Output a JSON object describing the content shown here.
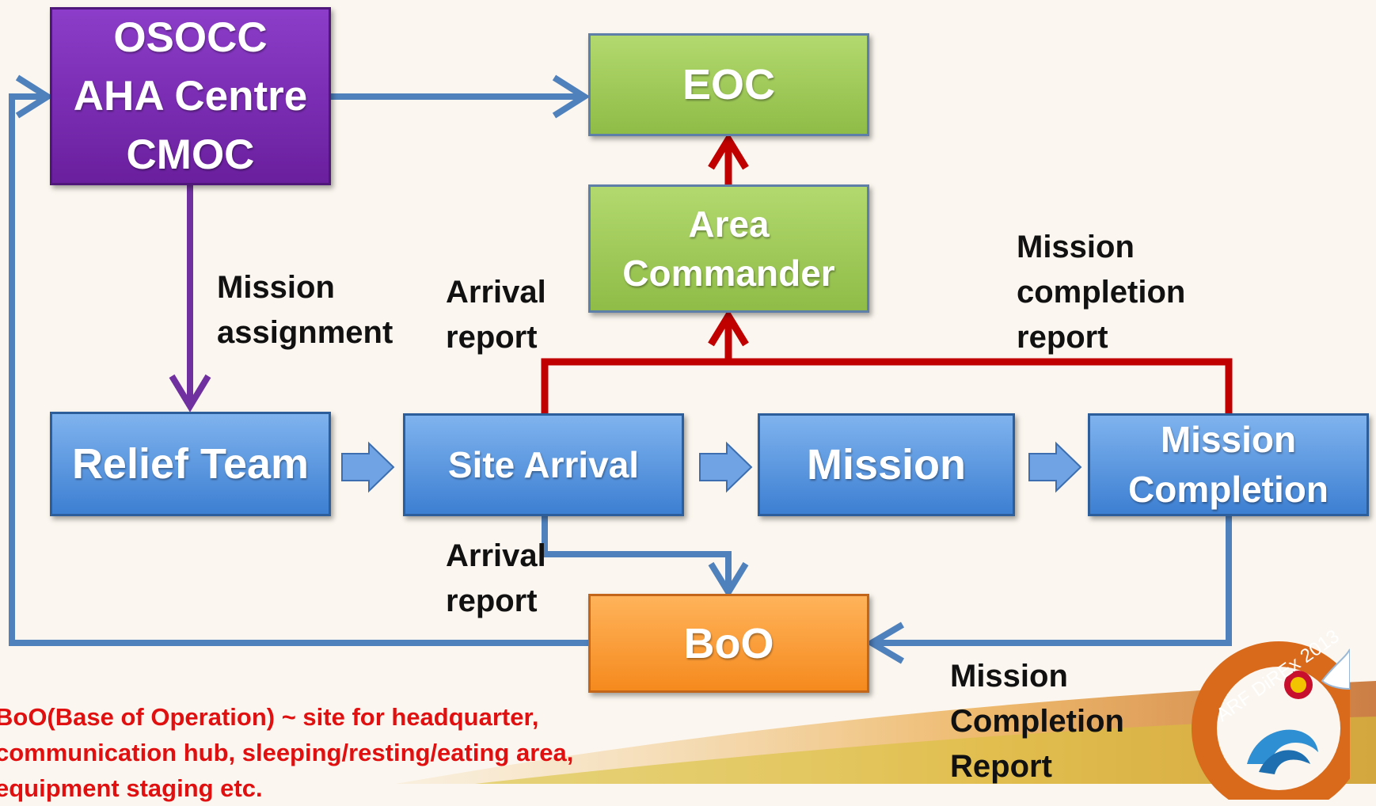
{
  "boxes": {
    "osocc": "OSOCC\nAHA Centre\nCMOC",
    "eoc": "EOC",
    "area_commander": "Area\nCommander",
    "relief_team": "Relief Team",
    "site_arrival": "Site Arrival",
    "mission": "Mission",
    "mission_completion": "Mission\nCompletion",
    "boo": "BoO"
  },
  "labels": {
    "mission_assignment": "Mission\nassignment",
    "arrival_report_top": "Arrival\nreport",
    "mission_completion_report_top": "Mission\ncompletion\nreport",
    "arrival_report_bottom": "Arrival\nreport",
    "mission_completion_report_bottom": "Mission\nCompletion\nReport"
  },
  "note": "BoO(Base of Operation) ~ site for headquarter,\ncommunication hub, sleeping/resting/eating area,\nequipment staging etc.",
  "logo": {
    "text": "ARF DiREx 2013",
    "icons": [
      "dove-icon",
      "emblem-icon",
      "wave-icon"
    ]
  },
  "colors": {
    "purple": "#7b2eb5",
    "green": "#9bc85a",
    "blue": "#4a88da",
    "orange": "#f7931e",
    "red_arrow": "#c00000",
    "blue_arrow": "#4f81bd",
    "purple_arrow": "#7030a0"
  }
}
